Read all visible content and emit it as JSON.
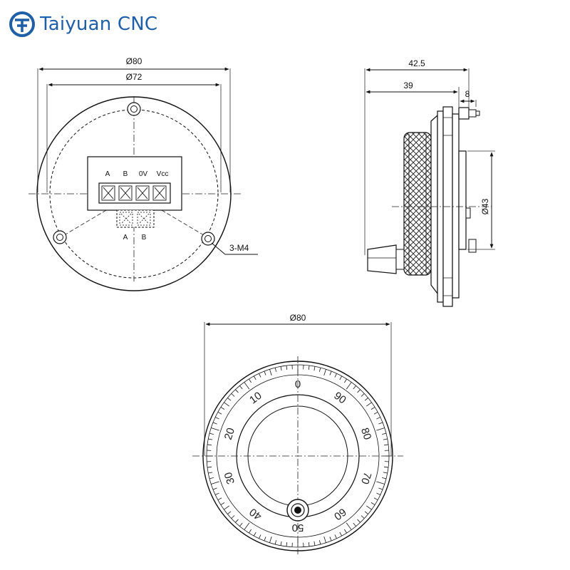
{
  "brand": {
    "name": "Taiyuan CNC",
    "logo_color": "#1e5fa8"
  },
  "front_view": {
    "outer_diameter_label": "Ø80",
    "inner_diameter_label": "Ø72",
    "terminal_labels": [
      "A",
      "B",
      "0V",
      "Vcc"
    ],
    "lower_terminal_labels": [
      "A",
      "B"
    ],
    "mount_label": "3-M4"
  },
  "side_view": {
    "overall_length_label": "42.5",
    "body_length_label": "39",
    "shaft_label": "8",
    "height_label": "Ø43"
  },
  "dial_view": {
    "diameter_label": "Ø80",
    "scale_numbers": [
      "0",
      "10",
      "20",
      "30",
      "40",
      "50",
      "60",
      "70",
      "80",
      "90"
    ]
  }
}
